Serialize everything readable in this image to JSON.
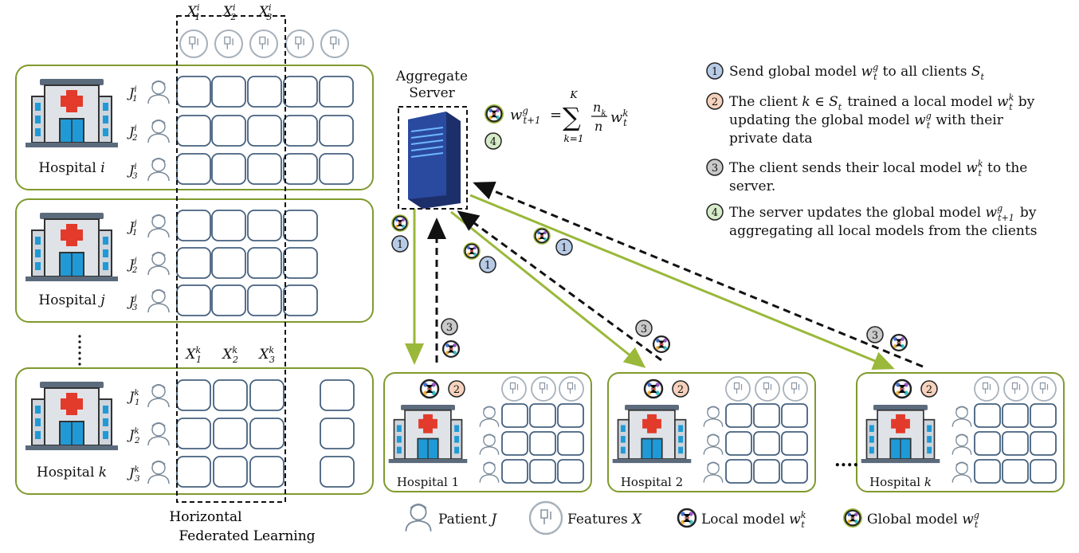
{
  "colors": {
    "box_border": "#7f9a2e",
    "green_arrow": "#9ab83a",
    "dashed_arrow": "#111111",
    "cell_border": "#45607e",
    "badge1": "#b7cbe6",
    "badge2": "#f6d2bd",
    "badge3": "#c9c9c9",
    "badge4": "#d6ecc9",
    "cross": "#e23b2b",
    "building": "#d9dde3",
    "door": "#1f9ad6"
  },
  "server": {
    "line1": "Aggregate",
    "line2": "Server",
    "icon": "server-rack-icon"
  },
  "formula": [
    {
      "m": "w",
      "sup": "g",
      "sub": "t+1"
    },
    {
      "t": " = "
    },
    {
      "t": "∑",
      "big": true
    },
    {
      "t": " "
    },
    {
      "m": "n",
      "sub": "k"
    },
    {
      "t": "/"
    },
    {
      "m": "n"
    },
    {
      "t": " "
    },
    {
      "m": "w",
      "sup": "k",
      "sub": "t"
    }
  ],
  "formula_limits": {
    "top": "K",
    "bottom": "k=1"
  },
  "badges": {
    "b1": "1",
    "b2": "2",
    "b3": "3",
    "b4": "4"
  },
  "steps": [
    {
      "badge": "1",
      "lines": [
        [
          {
            "t": "Send global model "
          },
          {
            "m": "w",
            "sup": "g",
            "sub": "t"
          },
          {
            "t": " to all clients "
          },
          {
            "m": "S",
            "sub": "t"
          }
        ]
      ]
    },
    {
      "badge": "2",
      "lines": [
        [
          {
            "t": "The client "
          },
          {
            "m": "k"
          },
          {
            "t": " ∈ "
          },
          {
            "m": "S",
            "sub": "t"
          },
          {
            "t": " trained a local model "
          },
          {
            "m": "w",
            "sup": "k",
            "sub": "t"
          },
          {
            "t": " by"
          }
        ],
        [
          {
            "t": "updating the global model "
          },
          {
            "m": "w",
            "sup": "g",
            "sub": "t"
          },
          {
            "t": " with their"
          }
        ],
        [
          {
            "t": "private data"
          }
        ]
      ]
    },
    {
      "badge": "3",
      "lines": [
        [
          {
            "t": "The client sends their local model "
          },
          {
            "m": "w",
            "sup": "k",
            "sub": "t"
          },
          {
            "t": " to the"
          }
        ],
        [
          {
            "t": "server."
          }
        ]
      ]
    },
    {
      "badge": "4",
      "lines": [
        [
          {
            "t": "The server updates the global model "
          },
          {
            "m": "w",
            "sup": "g",
            "sub": "t+1"
          },
          {
            "t": "  by"
          }
        ],
        [
          {
            "t": "aggregating all local models from the clients"
          }
        ]
      ]
    }
  ],
  "left_hospitals": [
    {
      "name": [
        {
          "t": "Hospital "
        },
        {
          "m": "i"
        }
      ],
      "patients": [
        [
          {
            "m": "J",
            "sup": "i",
            "sub": "1"
          }
        ],
        [
          {
            "m": "J",
            "sup": "i",
            "sub": "2"
          }
        ],
        [
          {
            "m": "J",
            "sup": "i",
            "sub": "3"
          }
        ]
      ]
    },
    {
      "name": [
        {
          "t": "Hospital "
        },
        {
          "m": "j"
        }
      ],
      "patients": [
        [
          {
            "m": "J",
            "sup": "j",
            "sub": "1"
          }
        ],
        [
          {
            "m": "J",
            "sup": "j",
            "sub": "2"
          }
        ],
        [
          {
            "m": "J",
            "sup": "j",
            "sub": "3"
          }
        ]
      ]
    },
    {
      "name": [
        {
          "t": "Hospital "
        },
        {
          "m": "k"
        }
      ],
      "patients": [
        [
          {
            "m": "J",
            "sup": "k",
            "sub": "1"
          }
        ],
        [
          {
            "m": "J",
            "sup": "k",
            "sub": "2"
          }
        ],
        [
          {
            "m": "J",
            "sup": "k",
            "sub": "3"
          }
        ]
      ]
    }
  ],
  "feature_headers_i": [
    [
      {
        "m": "X",
        "sup": "i",
        "sub": "1"
      }
    ],
    [
      {
        "m": "X",
        "sup": "i",
        "sub": "2"
      }
    ],
    [
      {
        "m": "X",
        "sup": "i",
        "sub": "3"
      }
    ]
  ],
  "feature_headers_k": [
    [
      {
        "m": "X",
        "sup": "k",
        "sub": "1"
      }
    ],
    [
      {
        "m": "X",
        "sup": "k",
        "sub": "2"
      }
    ],
    [
      {
        "m": "X",
        "sup": "k",
        "sub": "3"
      }
    ]
  ],
  "feature_icons": [
    "iv-bag-icon",
    "syringe-icon",
    "pill-bottle-icon",
    "thermometer-icon",
    "monitor-icon"
  ],
  "dashed_label": {
    "line1": "Horizontal",
    "line2": "Federated Learning"
  },
  "clients": [
    {
      "name": [
        {
          "t": "Hospital 1"
        }
      ]
    },
    {
      "name": [
        {
          "t": "Hospital 2"
        }
      ]
    },
    {
      "name": [
        {
          "t": "Hospital "
        },
        {
          "m": "k"
        }
      ]
    }
  ],
  "client_ellipsis": "....",
  "legend": [
    {
      "icon": "patient-icon",
      "label": [
        {
          "t": "Patient "
        },
        {
          "m": "J"
        }
      ]
    },
    {
      "icon": "features-icon",
      "label": [
        {
          "t": "Features "
        },
        {
          "m": "X"
        }
      ]
    },
    {
      "icon": "local-model-icon",
      "label": [
        {
          "t": "Local model "
        },
        {
          "m": "w",
          "sup": "k",
          "sub": "t"
        }
      ]
    },
    {
      "icon": "global-model-icon",
      "label": [
        {
          "t": "Global model "
        },
        {
          "m": "w",
          "sup": "g",
          "sub": "t"
        }
      ]
    }
  ]
}
